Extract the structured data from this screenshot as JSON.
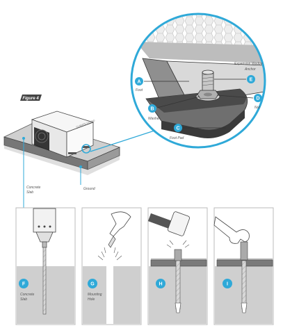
{
  "figure_tag": "Figure 4",
  "unit_brand": "CLIMATE GUARD",
  "accent_color": "#2fa9d8",
  "callouts": {
    "A": {
      "letter": "A",
      "label": "Foot"
    },
    "B": {
      "letter": "B",
      "label": "Washer"
    },
    "C": {
      "letter": "C",
      "label": "Foot Pad"
    },
    "D": {
      "letter": "D",
      "label": "Nut"
    },
    "E": {
      "letter": "E",
      "label_line1": "Expansion Wedge",
      "label_line2": "Anchor"
    }
  },
  "scene_labels": {
    "concrete_line1": "Concrete",
    "concrete_line2": "Slab",
    "ground": "Ground"
  },
  "steps": [
    {
      "letter": "F",
      "label_line1": "Concrete",
      "label_line2": "Slab"
    },
    {
      "letter": "G",
      "label_line1": "Mounting",
      "label_line2": "Hole"
    },
    {
      "letter": "H"
    },
    {
      "letter": "I"
    }
  ]
}
